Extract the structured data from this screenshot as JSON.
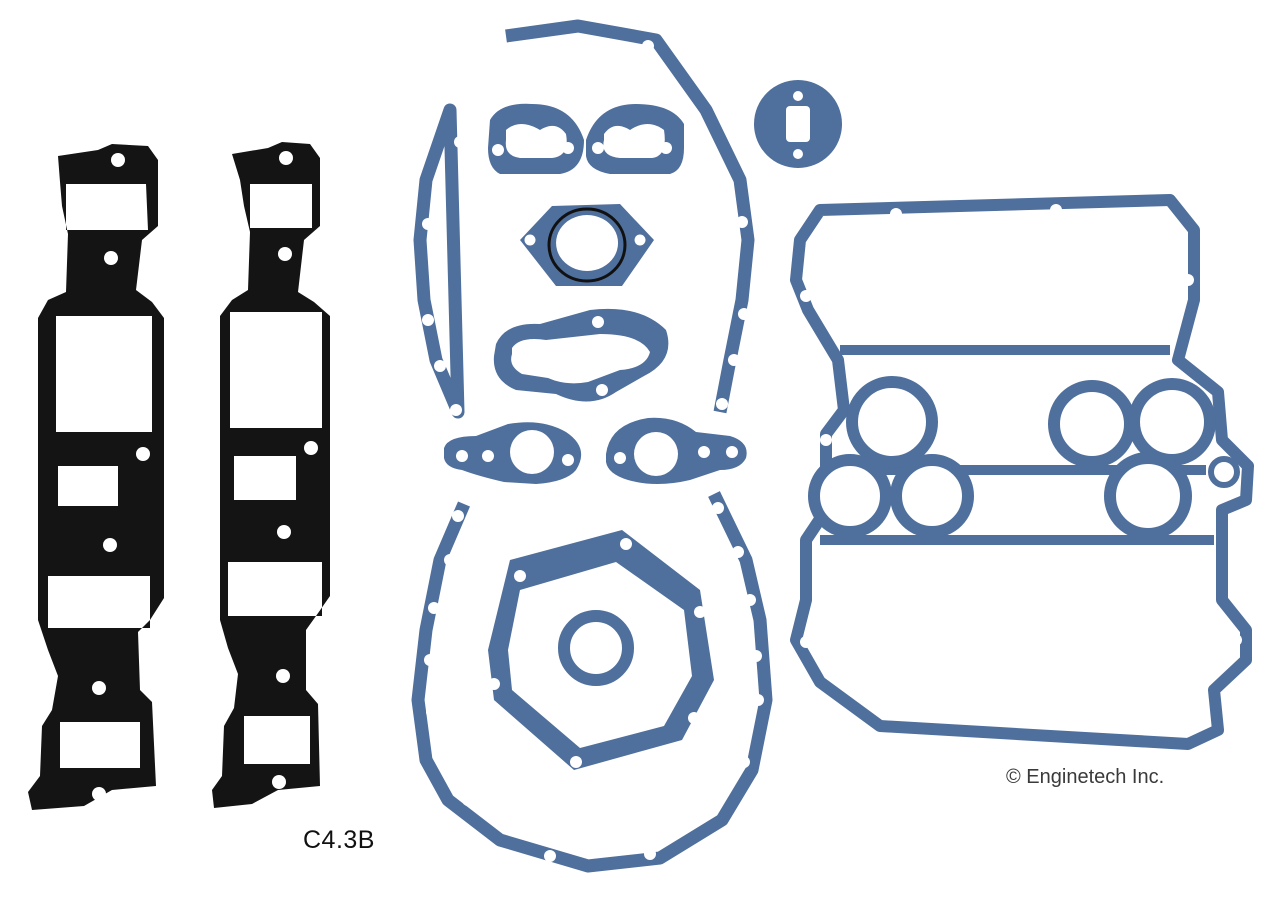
{
  "image": {
    "subject": "gasket set",
    "colors": {
      "background": "#ffffff",
      "gasket_blue": "#4f6f9c",
      "gasket_blue_light": "#7f9ac0",
      "gasket_black": "#141414",
      "hole_fill": "#ffffff"
    }
  },
  "labels": {
    "part_number": "C4.3B",
    "copyright": "© Enginetech Inc."
  }
}
